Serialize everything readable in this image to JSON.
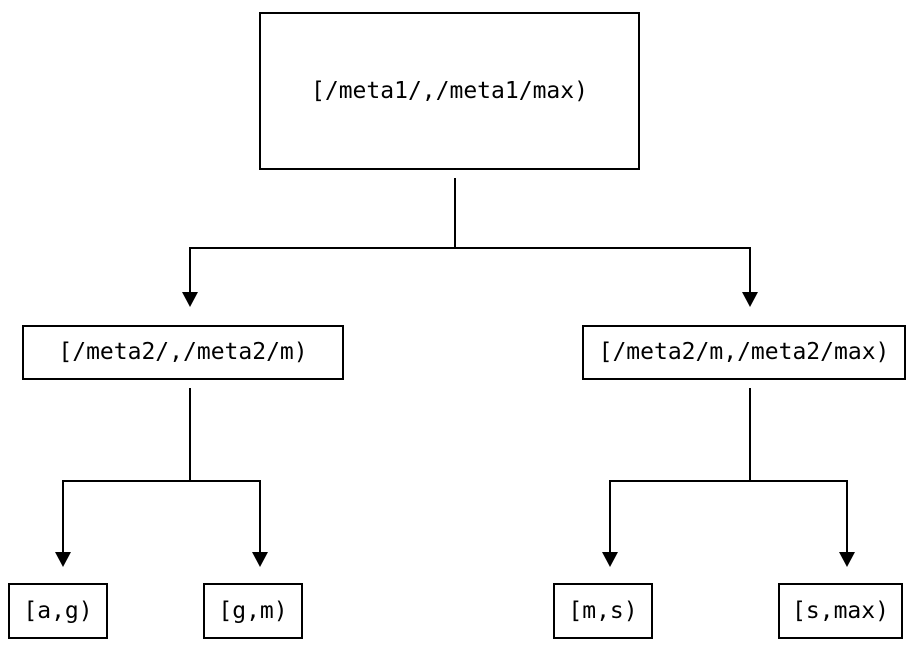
{
  "diagram": {
    "root": {
      "label": "[/meta1/,/meta1/max)"
    },
    "level2": [
      {
        "label": "[/meta2/,/meta2/m)"
      },
      {
        "label": "[/meta2/m,/meta2/max)"
      }
    ],
    "leaves": [
      {
        "label": "[a,g)"
      },
      {
        "label": "[g,m)"
      },
      {
        "label": "[m,s)"
      },
      {
        "label": "[s,max)"
      }
    ],
    "colors": {
      "line": "#000000",
      "text": "#000000",
      "background": "#ffffff"
    }
  }
}
